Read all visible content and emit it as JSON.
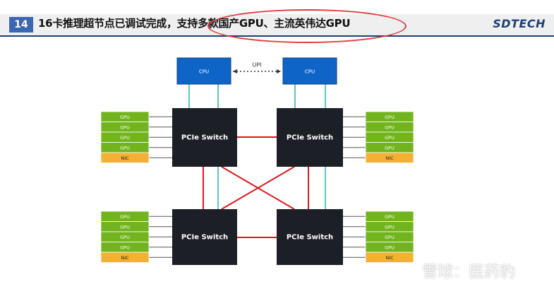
{
  "slide": {
    "number": "14",
    "title": "16卡推理超节点已调试完成，支持多款国产GPU、主流英伟达GPU",
    "logo": "SDTECH"
  },
  "diagram": {
    "cpu_label": "CPU",
    "upi_label": "UPI",
    "switch_label": "PCIe Switch",
    "gpu_label": "GPU",
    "nic_label": "NIC"
  },
  "watermark": "雪球：医药豹",
  "colors": {
    "cpu_fill": "#0f64c8",
    "switch_fill": "#1c1f26",
    "gpu_fill": "#72b41e",
    "nic_fill": "#f2b134",
    "cpu_link": "#5ec6c2",
    "switch_link": "#e0161b",
    "header_accent": "#3b66b3"
  }
}
